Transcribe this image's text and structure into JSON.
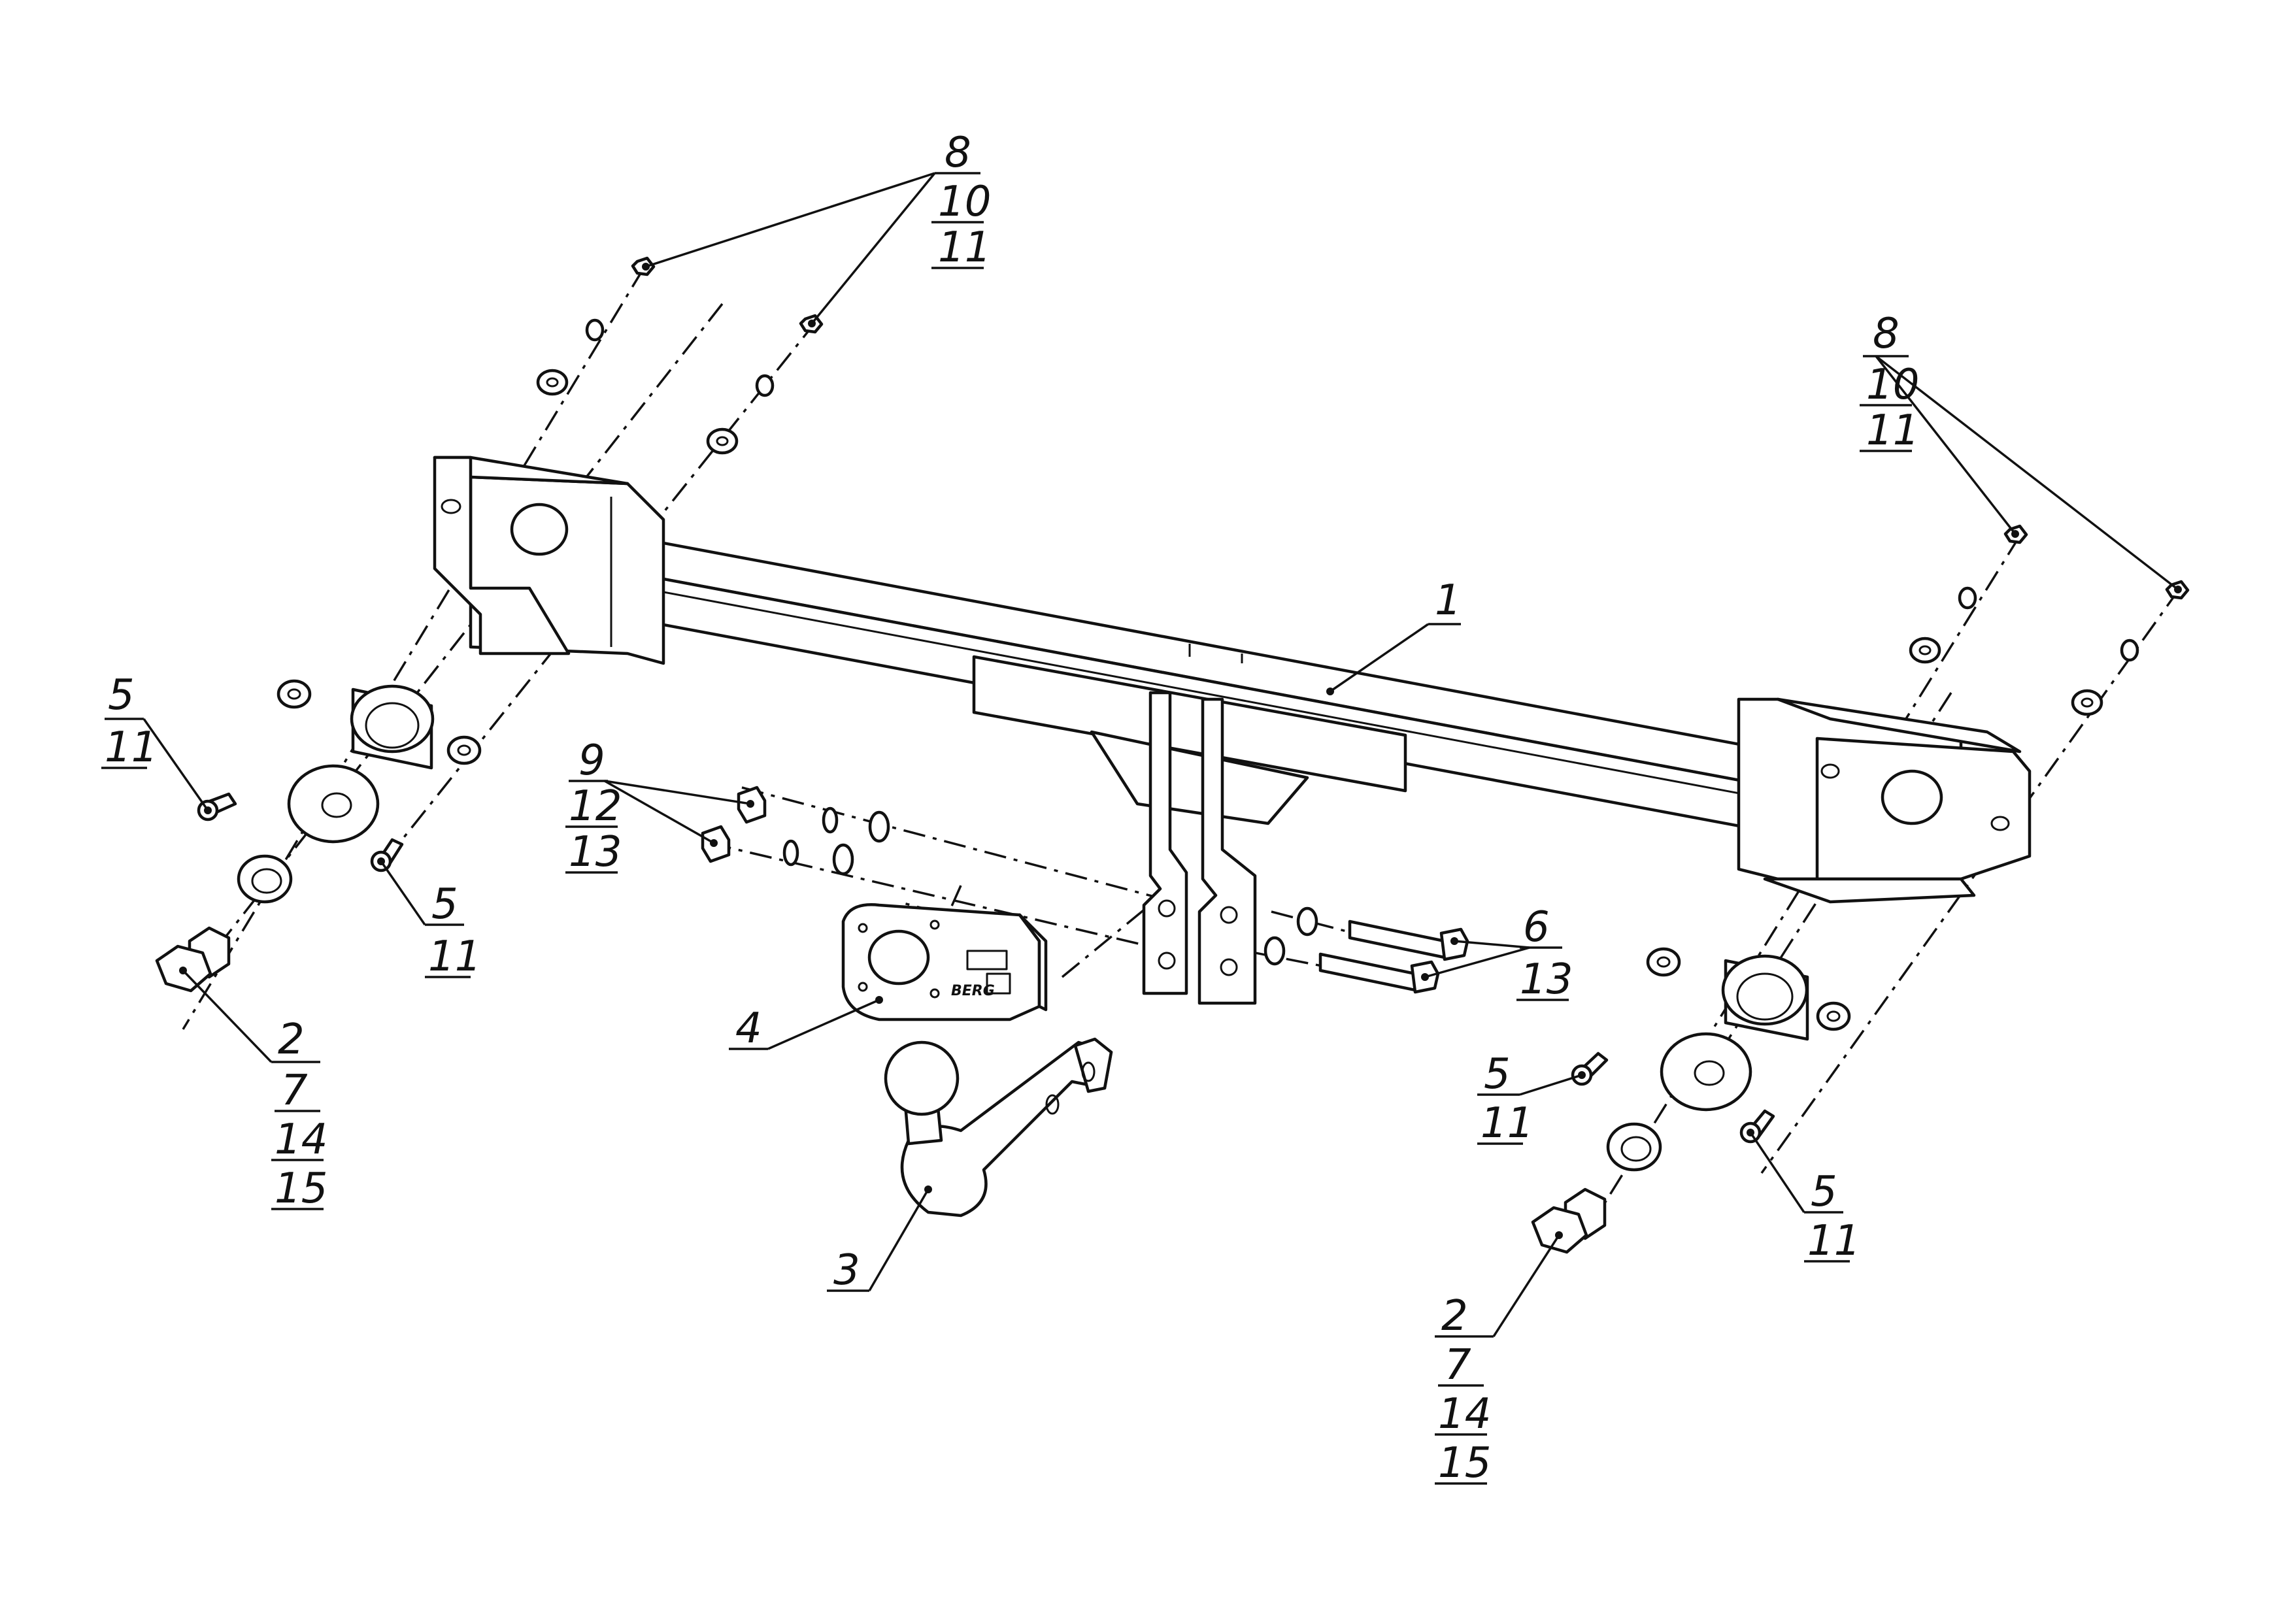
{
  "callouts": {
    "left_top_nuts": [
      "8",
      "10",
      "11"
    ],
    "right_top_nuts": [
      "8",
      "10",
      "11"
    ],
    "beam": [
      "1"
    ],
    "left_small_bolt": [
      "5",
      "11"
    ],
    "left_lower_bolt": [
      "5",
      "11"
    ],
    "left_big_bolt": [
      "2",
      "7",
      "14",
      "15"
    ],
    "square_nuts": [
      "9",
      "12",
      "13"
    ],
    "socket_plate": [
      "4"
    ],
    "tow_ball": [
      "3"
    ],
    "center_bolts": [
      "6",
      "13"
    ],
    "right_small_bolt": [
      "5",
      "11"
    ],
    "right_lower_bolt": [
      "5",
      "11"
    ],
    "right_big_bolt": [
      "2",
      "7",
      "14",
      "15"
    ]
  },
  "plate_brand": "BERG"
}
